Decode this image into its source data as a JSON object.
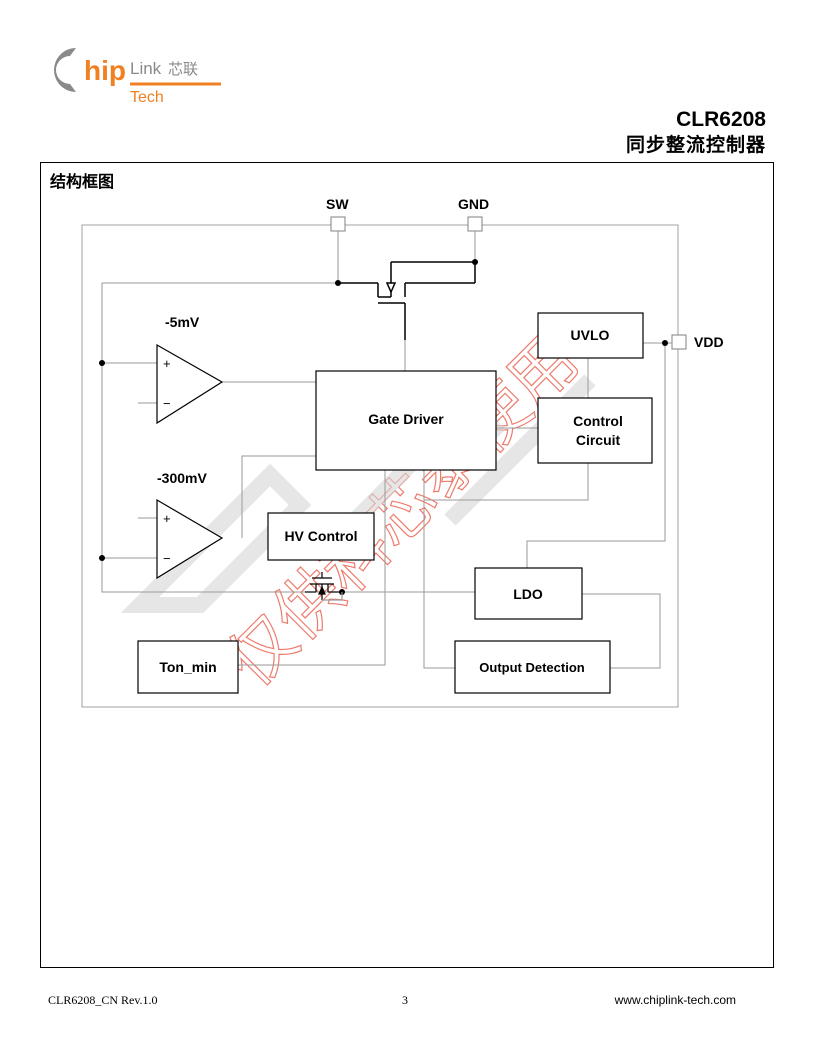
{
  "header": {
    "logo": {
      "brand": "ChipLink",
      "cn": "芯联",
      "sub": "Tech"
    },
    "part_number": "CLR6208",
    "subtitle": "同步整流控制器"
  },
  "section": {
    "title": "结构框图"
  },
  "diagram": {
    "pins": {
      "sw": "SW",
      "gnd": "GND",
      "vdd": "VDD"
    },
    "comparators": {
      "top_threshold": "-5mV",
      "bottom_threshold": "-300mV",
      "plus": "+",
      "minus": "−"
    },
    "blocks": {
      "gate_driver": "Gate Driver",
      "uvlo": "UVLO",
      "control_circuit_line1": "Control",
      "control_circuit_line2": "Circuit",
      "hv_control": "HV Control",
      "ldo": "LDO",
      "ton_min": "Ton_min",
      "output_detection": "Output Detection"
    },
    "watermark": "仅供科芯泰使用",
    "colors": {
      "watermark": "#e8503c",
      "logo_accent": "#f08020",
      "logo_gray": "#808080"
    }
  },
  "footer": {
    "doc_code": "CLR6208_CN Rev.1.0",
    "page": "3",
    "website": "www.chiplink-tech.com"
  }
}
